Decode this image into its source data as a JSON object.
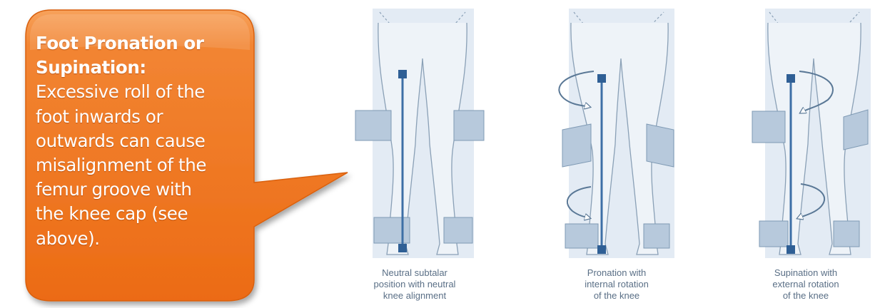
{
  "callout": {
    "title_line1": "Foot Pronation or",
    "title_line2": "Supination:",
    "body_lines": [
      "Excessive roll of the",
      "foot inwards or",
      "outwards can cause",
      "misalignment of the",
      "femur groove with",
      "the knee cap (see",
      "above)."
    ],
    "color": "#f07a22"
  },
  "panels": [
    {
      "caption": [
        "Neutral subtalar",
        "position with neutral",
        "knee alignment"
      ]
    },
    {
      "caption": [
        "Pronation with",
        "internal rotation",
        "of the knee"
      ]
    },
    {
      "caption": [
        "Supination with",
        "external rotation",
        "of the knee"
      ]
    }
  ]
}
